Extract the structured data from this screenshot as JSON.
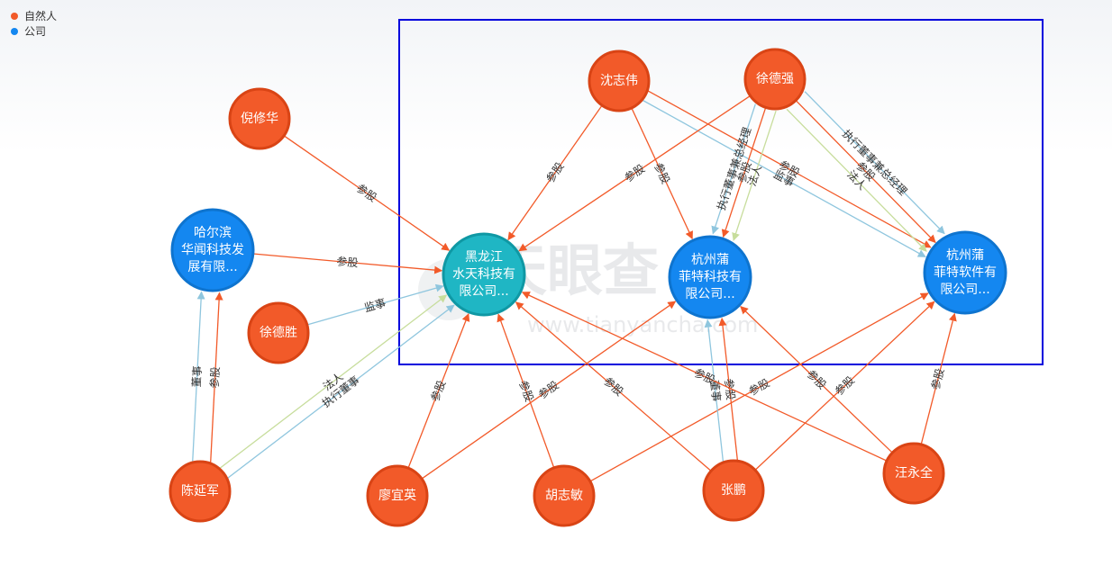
{
  "legend": {
    "items": [
      {
        "label": "自然人",
        "color": "#f25a29"
      },
      {
        "label": "公司",
        "color": "#1487f0"
      }
    ]
  },
  "watermark": {
    "brand": "天眼查",
    "url": "www.tianyancha.com"
  },
  "colors": {
    "person": "#f25a29",
    "person_border": "#d94415",
    "company": "#1487f0",
    "company_border": "#0e74cf",
    "focus_company": "#1fb6c4",
    "focus_company_border": "#0f98a4",
    "edge_shareholding": "#f25a29",
    "edge_position": "#8fc6de",
    "edge_legal": "#c7dd9c",
    "highlight_box": "#0000dd"
  },
  "nodes": [
    {
      "id": "shenzhiwei",
      "type": "person",
      "lines": [
        "沈志伟"
      ]
    },
    {
      "id": "xudeqiang",
      "type": "person",
      "lines": [
        "徐德强"
      ]
    },
    {
      "id": "nixiuhua",
      "type": "person",
      "lines": [
        "倪修华"
      ]
    },
    {
      "id": "xudesheng",
      "type": "person",
      "lines": [
        "徐德胜"
      ]
    },
    {
      "id": "chenyanjun",
      "type": "person",
      "lines": [
        "陈延军"
      ]
    },
    {
      "id": "liaoyiying",
      "type": "person",
      "lines": [
        "廖宜英"
      ]
    },
    {
      "id": "huzhimin",
      "type": "person",
      "lines": [
        "胡志敏"
      ]
    },
    {
      "id": "zhangpeng",
      "type": "person",
      "lines": [
        "张鹏"
      ]
    },
    {
      "id": "wangyongquan",
      "type": "person",
      "lines": [
        "汪永全"
      ]
    },
    {
      "id": "harbin",
      "type": "company",
      "lines": [
        "哈尔滨",
        "华闻科技发",
        "展有限..."
      ]
    },
    {
      "id": "heilongjiang",
      "type": "focus",
      "lines": [
        "黑龙江",
        "水天科技有",
        "限公司..."
      ]
    },
    {
      "id": "hz_tech",
      "type": "company",
      "lines": [
        "杭州蒲",
        "菲特科技有",
        "限公司..."
      ]
    },
    {
      "id": "hz_soft",
      "type": "company",
      "lines": [
        "杭州蒲",
        "菲特软件有",
        "限公司..."
      ]
    }
  ],
  "edges": [
    {
      "from": "nixiuhua",
      "to": "heilongjiang",
      "kind": "share",
      "label": "参股"
    },
    {
      "from": "harbin",
      "to": "heilongjiang",
      "kind": "share",
      "label": "参股"
    },
    {
      "from": "xudesheng",
      "to": "heilongjiang",
      "kind": "position",
      "label": "监事"
    },
    {
      "from": "chenyanjun",
      "to": "harbin",
      "kind": "position",
      "label": "董事",
      "offset": -10
    },
    {
      "from": "chenyanjun",
      "to": "harbin",
      "kind": "share",
      "label": "参股",
      "offset": 10
    },
    {
      "from": "chenyanjun",
      "to": "heilongjiang",
      "kind": "legal",
      "label": "法人",
      "offset": -7
    },
    {
      "from": "chenyanjun",
      "to": "heilongjiang",
      "kind": "position",
      "label": "执行董事",
      "offset": 7
    },
    {
      "from": "shenzhiwei",
      "to": "heilongjiang",
      "kind": "share",
      "label": "参股"
    },
    {
      "from": "shenzhiwei",
      "to": "hz_tech",
      "kind": "share",
      "label": "参股"
    },
    {
      "from": "shenzhiwei",
      "to": "hz_soft",
      "kind": "share",
      "label": "参股",
      "offset": -6
    },
    {
      "from": "shenzhiwei",
      "to": "hz_soft",
      "kind": "position",
      "label": "监事",
      "offset": 6
    },
    {
      "from": "xudeqiang",
      "to": "heilongjiang",
      "kind": "share",
      "label": "参股"
    },
    {
      "from": "xudeqiang",
      "to": "hz_tech",
      "kind": "legal",
      "label": "法人",
      "offset": -12
    },
    {
      "from": "xudeqiang",
      "to": "hz_tech",
      "kind": "share",
      "label": "参股",
      "offset": 0
    },
    {
      "from": "xudeqiang",
      "to": "hz_tech",
      "kind": "position",
      "label": "执行董事兼总经理",
      "offset": 12
    },
    {
      "from": "xudeqiang",
      "to": "hz_soft",
      "kind": "position",
      "label": "执行董事兼总经理",
      "offset": -14
    },
    {
      "from": "xudeqiang",
      "to": "hz_soft",
      "kind": "share",
      "label": "参股",
      "offset": 0
    },
    {
      "from": "xudeqiang",
      "to": "hz_soft",
      "kind": "legal",
      "label": "法人",
      "offset": 14
    },
    {
      "from": "liaoyiying",
      "to": "heilongjiang",
      "kind": "share",
      "label": "参股"
    },
    {
      "from": "liaoyiying",
      "to": "hz_tech",
      "kind": "share",
      "label": "参股"
    },
    {
      "from": "huzhimin",
      "to": "heilongjiang",
      "kind": "share",
      "label": "参股"
    },
    {
      "from": "huzhimin",
      "to": "hz_soft",
      "kind": "share",
      "label": "参股"
    },
    {
      "from": "zhangpeng",
      "to": "heilongjiang",
      "kind": "share",
      "label": "参股"
    },
    {
      "from": "zhangpeng",
      "to": "hz_tech",
      "kind": "position",
      "label": "董事",
      "offset": -8
    },
    {
      "from": "zhangpeng",
      "to": "hz_tech",
      "kind": "share",
      "label": "参股",
      "offset": 8
    },
    {
      "from": "zhangpeng",
      "to": "hz_soft",
      "kind": "share",
      "label": "参股"
    },
    {
      "from": "wangyongquan",
      "to": "heilongjiang",
      "kind": "share",
      "label": "参股"
    },
    {
      "from": "wangyongquan",
      "to": "hz_tech",
      "kind": "share",
      "label": "参股"
    },
    {
      "from": "wangyongquan",
      "to": "hz_soft",
      "kind": "share",
      "label": "参股"
    }
  ]
}
